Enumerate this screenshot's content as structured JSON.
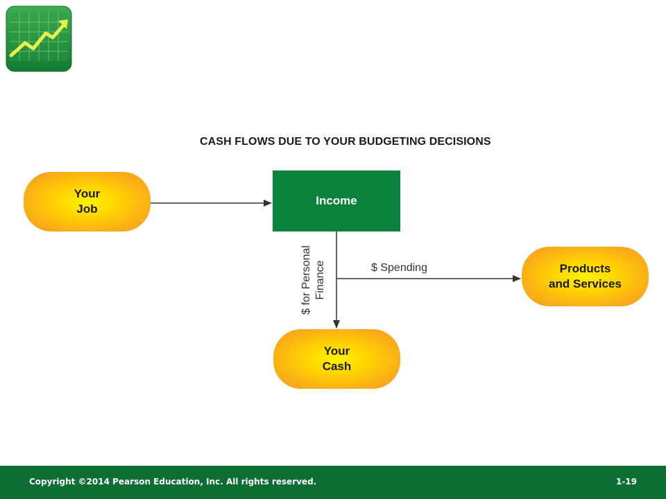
{
  "diagram": {
    "title": "CASH FLOWS DUE TO YOUR BUDGETING DECISIONS",
    "nodes": {
      "your_job": {
        "line1": "Your",
        "line2": "Job"
      },
      "income": {
        "label": "Income"
      },
      "products": {
        "line1": "Products",
        "line2": "and Services"
      },
      "your_cash": {
        "line1": "Your",
        "line2": "Cash"
      }
    },
    "edges": {
      "spending_label": "$ Spending",
      "personal_finance_line1": "$ for Personal",
      "personal_finance_line2": "Finance"
    },
    "colors": {
      "income_green": "#0b833c",
      "pill_orange": "#fbb016",
      "footer_green": "#0d6e34"
    }
  },
  "footer": {
    "copyright": "Copyright ©2014 Pearson Education, Inc. All rights reserved.",
    "page": "1-19"
  },
  "logo": {
    "icon": "rising-chart-icon"
  }
}
